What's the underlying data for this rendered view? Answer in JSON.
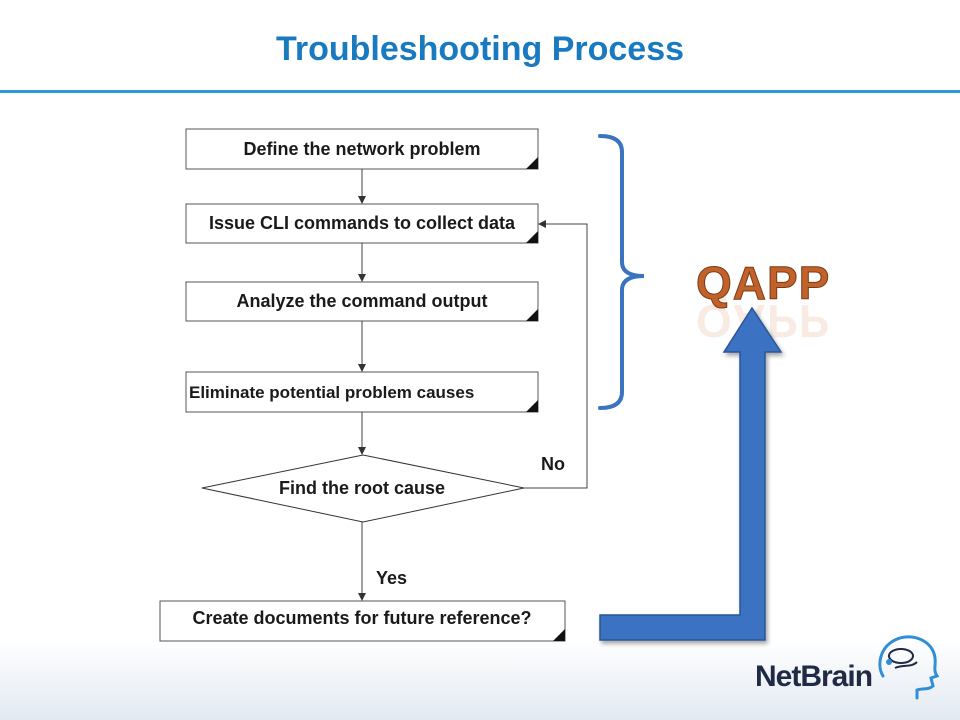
{
  "slide": {
    "title": "Troubleshooting Process"
  },
  "flowchart": {
    "steps": [
      "Define the network problem",
      "Issue CLI commands to collect data",
      "Analyze the command output",
      "Eliminate potential problem causes"
    ],
    "decision": "Find the root cause",
    "no_label": "No",
    "yes_label": "Yes",
    "final_step": "Create documents for future reference?"
  },
  "annotation": {
    "label": "QAPP",
    "label_color": "#c0622a",
    "brace_color": "#3a74c0",
    "arrow_color": "#3a74c0"
  },
  "brand": {
    "name": "NetBrain",
    "color": "#1f2a44",
    "accent": "#2f8fd6"
  }
}
